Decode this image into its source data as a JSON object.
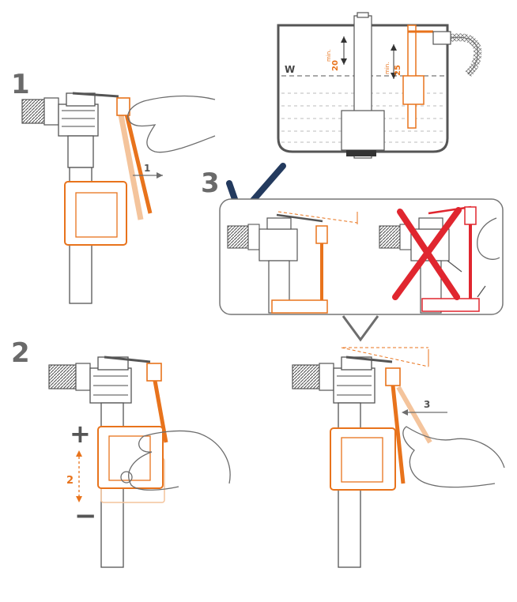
{
  "steps": {
    "s1": "1",
    "s2": "2",
    "s3": "3"
  },
  "arrow_labels": {
    "a1": "1",
    "a2": "2",
    "a3": "3"
  },
  "tank": {
    "water_label": "W",
    "dim_20_value": "20",
    "dim_20_unit": "min.",
    "dim_25_value": "25",
    "dim_25_unit": "min."
  },
  "adjust": {
    "plus": "+",
    "minus": "−"
  },
  "colors": {
    "accent": "#e8731c",
    "accent_light": "#f4b07a",
    "line": "#6d6d6d",
    "check": "#233a5e",
    "cross": "#e0262f",
    "text_gray": "#6a6a6a"
  }
}
